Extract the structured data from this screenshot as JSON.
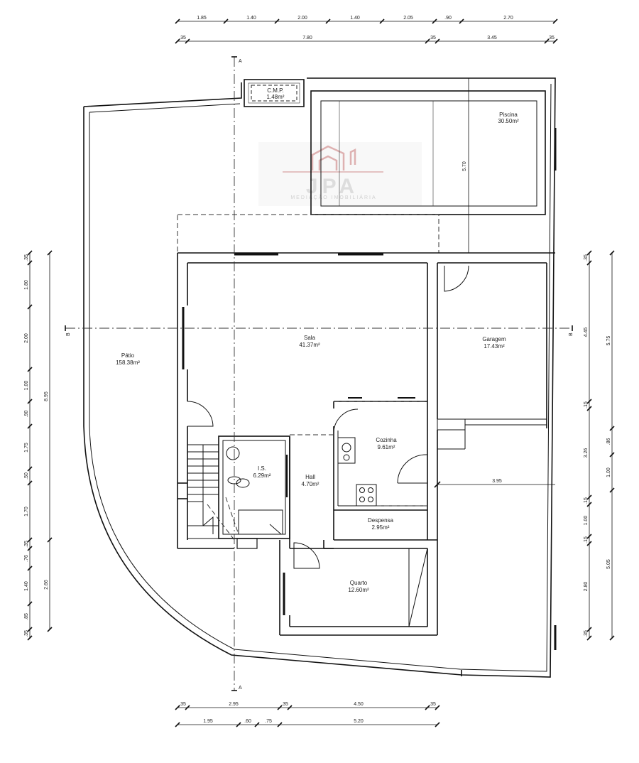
{
  "watermark": {
    "brand": "JPA",
    "tagline": "MEDIAÇÃO IMOBILIÁRIA",
    "color": "#d9a4a4"
  },
  "rooms": {
    "cmp": {
      "name": "C.M.P.",
      "area": "1.48m²"
    },
    "piscina": {
      "name": "Piscina",
      "area": "30.50m²"
    },
    "sala": {
      "name": "Sala",
      "area": "41.37m²"
    },
    "garagem": {
      "name": "Garagem",
      "area": "17.43m²"
    },
    "patio": {
      "name": "Pátio",
      "area": "158.38m²"
    },
    "cozinha": {
      "name": "Cozinha",
      "area": "9.61m²"
    },
    "is": {
      "name": "I.S.",
      "area": "6.29m²"
    },
    "hall": {
      "name": "Hall",
      "area": "4.70m²"
    },
    "despensa": {
      "name": "Despensa",
      "area": "2.95m²"
    },
    "quarto": {
      "name": "Quarto",
      "area": "12.60m²"
    }
  },
  "section_markers": {
    "a": "A",
    "b": "B"
  },
  "dimensions": {
    "top_row1": [
      "1.85",
      "1.40",
      "2.00",
      "1.40",
      "2.05",
      ".90",
      "2.70"
    ],
    "top_row2": [
      ".35",
      "7.80",
      ".35",
      "3.45",
      ".35"
    ],
    "bottom_row1": [
      ".35",
      "2.95",
      ".35",
      "4.50",
      ".35"
    ],
    "bottom_row2": [
      "1.95",
      ".60",
      ".75",
      "5.20"
    ],
    "left_outer": [
      ".35",
      "1.80",
      "2.00",
      "1.00",
      ".90",
      "1.75",
      ".50",
      "1.70",
      ".35",
      ".76",
      "1.40",
      ".85",
      ".35"
    ],
    "left_inner": [
      "8.95",
      "2.66"
    ],
    "right_inner": [
      ".35",
      "4.45",
      ".15",
      "3.26",
      ".15",
      "1.00",
      ".15",
      "2.80",
      ".35"
    ],
    "right_outer": [
      "5.75",
      ".86",
      "1.00",
      "5.05"
    ],
    "piscina_width": "5.70",
    "garagem_depth": "3.95"
  }
}
